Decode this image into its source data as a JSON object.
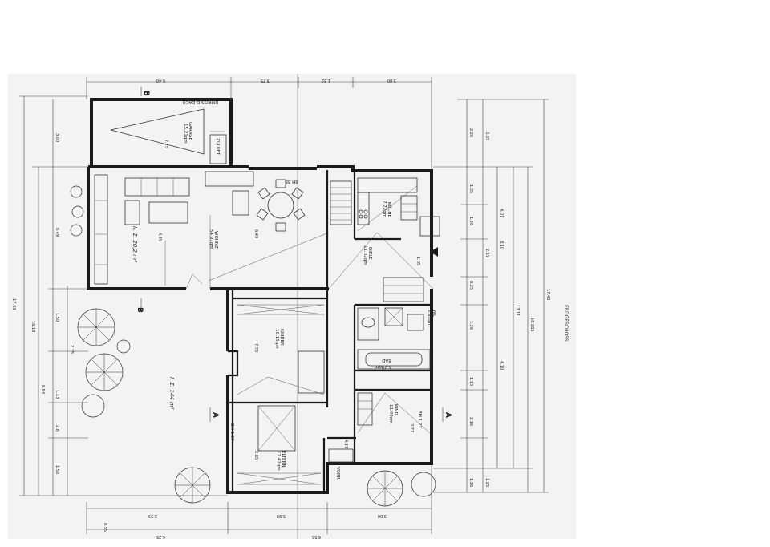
{
  "colors": {
    "paper": "#f3f3f3",
    "ink": "#1a1a1a",
    "background": "#ffffff"
  },
  "sheet": {
    "title": "ERDGESCHOSS"
  },
  "sections": {
    "a": "A",
    "b": "B"
  },
  "areas": {
    "total": "I. Σ. 144 m²",
    "wohn": "II. Σ. 20,2 m²"
  },
  "rooms": [
    {
      "id": "garage",
      "name": "GARAGE",
      "area": "15.21qm"
    },
    {
      "id": "wohnen",
      "name": "WOHNZ",
      "area": "54.97qm"
    },
    {
      "id": "kuche",
      "name": "KÜCHE",
      "area": "7.72qm"
    },
    {
      "id": "diele",
      "name": "DIELE",
      "area": "11.02qm"
    },
    {
      "id": "kinder",
      "name": "KINDER",
      "area": "16.15qm"
    },
    {
      "id": "eltern",
      "name": "ELTERN",
      "area": "12.42qm"
    },
    {
      "id": "kind",
      "name": "KIND",
      "area": "11.49qm"
    },
    {
      "id": "bad",
      "name": "BAD",
      "area": "6.29qm"
    },
    {
      "id": "wc",
      "name": "WC",
      "area": "1.91qm"
    }
  ],
  "labels": {
    "dach": "UMRISS D.DACH",
    "luft": "ZULUFT",
    "bh1": "BH 88",
    "bh2": "BH 1.37",
    "bh3": "BH 1.27",
    "vorrat": "VORR."
  },
  "dims": {
    "left": [
      "3.00",
      "6.49",
      "1.50",
      "2.15",
      "1.13",
      "2.6",
      "1.50",
      "17.43",
      "16.18",
      "8.54"
    ],
    "right": [
      "2.26",
      "3.35",
      "1.35",
      "1.26",
      "2.19",
      "0.25",
      "1.26",
      "1.13",
      "4.10",
      "2.16",
      "1.26",
      "1.25"
    ],
    "right_long": [
      "17.43",
      "13.11",
      "16.285",
      "8.10",
      "4.07"
    ],
    "top": [
      "6.40",
      "3.75",
      "1.32",
      "3.00"
    ],
    "bottom": [
      "6.25",
      "2.55",
      "6.55",
      "5.99",
      "3.00",
      "8.55"
    ],
    "inner": [
      "4.49",
      "6.49",
      "7.75",
      "7.75",
      "3.77",
      "2.85",
      "4.17",
      "1.05"
    ]
  }
}
